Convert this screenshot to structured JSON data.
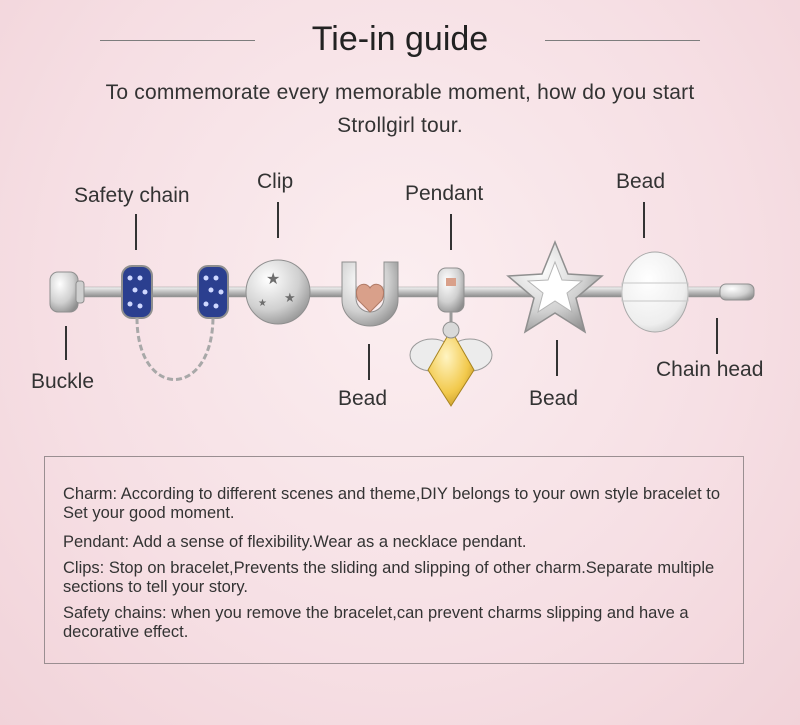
{
  "title": "Tie-in guide",
  "subtitle": "To commemorate every memorable moment, how do you start Strollgirl tour.",
  "labels": {
    "safety_chain": "Safety chain",
    "clip": "Clip",
    "pendant": "Pendant",
    "bead_top": "Bead",
    "buckle": "Buckle",
    "bead_horseshoe": "Bead",
    "bead_star": "Bead",
    "chain_head": "Chain head"
  },
  "descriptions": {
    "charm": "Charm: According to different scenes and theme,DIY belongs to your own style bracelet to Set your good moment.",
    "pendant": "Pendant: Add a sense of flexibility.Wear as a necklace pendant.",
    "clips": "Clips: Stop on bracelet,Prevents the sliding and slipping of other charm.Separate multiple sections to tell your story.",
    "safety_chains": "Safety chains: when you remove the bracelet,can prevent charms slipping and have a decorative effect."
  },
  "colors": {
    "background": "#f6dfe4",
    "silver": "#d9d9d9",
    "blue_stones": "#2b3f8f",
    "rose_gold": "#d9a08a",
    "yellow_crystal": "#f2c94c"
  }
}
